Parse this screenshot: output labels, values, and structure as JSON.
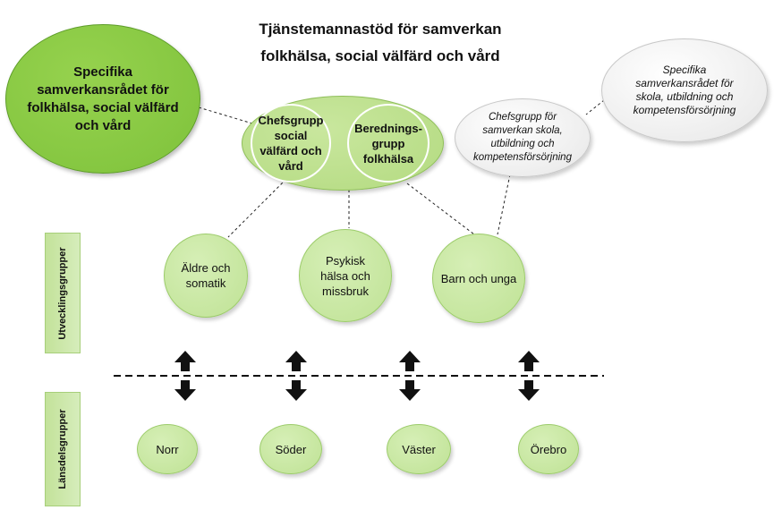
{
  "title": {
    "line1": "Tjänstemannastöd för samverkan",
    "line2": "folkhälsa, social välfärd och vård"
  },
  "council": {
    "main": "Specifika samverkansrådet för folkhälsa, social välfärd och vård",
    "school": "Specifika samverkansrådet för skola, utbildning och kompetensförsörjning"
  },
  "groups": {
    "chefsgrupp_social": "Chefsgrupp social välfärd och vård",
    "beredningsgrupp": "Berednings-grupp folkhälsa",
    "chefsgrupp_skola": "Chefsgrupp för samverkan skola, utbildning och kompetensförsörjning"
  },
  "development_groups": {
    "label": "Utvecklingsgrupper",
    "items": [
      "Äldre och somatik",
      "Psykisk hälsa och missbruk",
      "Barn och unga"
    ]
  },
  "district_groups": {
    "label": "Länsdelsgrupper",
    "items": [
      "Norr",
      "Söder",
      "Väster",
      "Örebro"
    ]
  },
  "colors": {
    "dark_green": "#7ec23b",
    "mid_green": "#b3da80",
    "light_green": "#bfe295",
    "grey": "#e6e6e6"
  }
}
